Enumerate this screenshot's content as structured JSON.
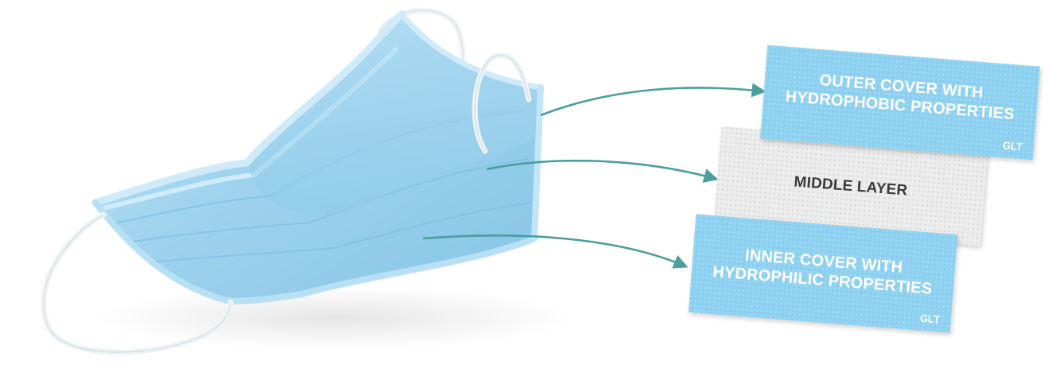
{
  "colors": {
    "accent_arrow": "#4a9e9c",
    "mask_blue": "#a7d7ef",
    "mask_blue_dark": "#7fc0e2",
    "mask_edge": "#c8e8f7",
    "earloop": "#eef4f6",
    "outer_card": "#8ed0ef",
    "middle_card": "#ececec",
    "inner_card": "#8ed0ef",
    "card_text_light": "#ffffff",
    "card_text_dark": "#3a3a3a"
  },
  "layers": [
    {
      "id": "outer",
      "label": "OUTER COVER WITH\nHYDROPHOBIC PROPERTIES",
      "brand": "GLT"
    },
    {
      "id": "middle",
      "label": "MIDDLE LAYER",
      "brand": ""
    },
    {
      "id": "inner",
      "label": "INNER COVER WITH\nHYDROPHILIC PROPERTIES",
      "brand": "GLT"
    }
  ]
}
